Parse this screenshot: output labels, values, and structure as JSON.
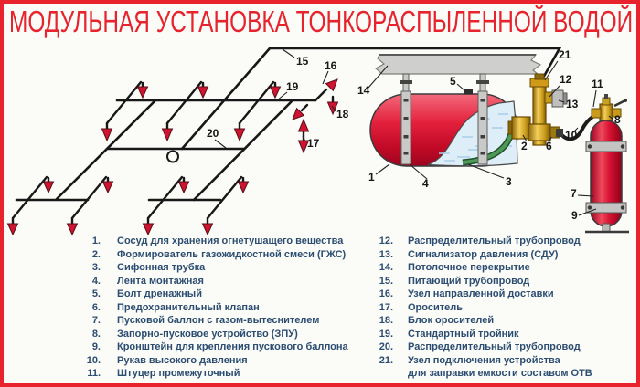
{
  "title": "МОДУЛЬНАЯ УСТАНОВКА ТОНКОРАСПЫЛЕННОЙ ВОДОЙ",
  "colors": {
    "frame_red": "#e8232e",
    "title_red": "#e7242e",
    "arrow_red": "#cf1330",
    "tank_red": "#d81232",
    "water_blue": "#ddeef8",
    "siphon_green": "#4d9a58",
    "brass_yellow": "#caa020",
    "ceiling_grey": "#cfcfcd",
    "legend_text": "#2c4d72",
    "pipe_black": "#181818"
  },
  "diagram": {
    "nums": [
      "1",
      "2",
      "3",
      "4",
      "5",
      "6",
      "7",
      "8",
      "9",
      "10",
      "11",
      "12",
      "13",
      "14",
      "15",
      "16",
      "17",
      "18",
      "19",
      "20",
      "21"
    ]
  },
  "legend": {
    "left": [
      {
        "num": "1.",
        "text": "Сосуд для хранения огнетушащего вещества"
      },
      {
        "num": "2.",
        "text": "Формирователь газожидкостной смеси (ГЖС)"
      },
      {
        "num": "3.",
        "text": "Сифонная трубка"
      },
      {
        "num": "4.",
        "text": "Лента монтажная"
      },
      {
        "num": "5.",
        "text": "Болт дренажный"
      },
      {
        "num": "6.",
        "text": "Предохранительный клапан"
      },
      {
        "num": "7.",
        "text": "Пусковой баллон с газом-вытеснителем"
      },
      {
        "num": "8.",
        "text": "Запорно-пусковое устройство (ЗПУ)"
      },
      {
        "num": "9.",
        "text": "Кронштейн для крепления пускового баллона"
      },
      {
        "num": "10.",
        "text": "Рукав высокого давления"
      },
      {
        "num": "11.",
        "text": "Штуцер промежуточный"
      }
    ],
    "right": [
      {
        "num": "12.",
        "text": "Распределительный трубопровод"
      },
      {
        "num": "13.",
        "text": "Сигнализатор давления (СДУ)"
      },
      {
        "num": "14.",
        "text": "Потолочное перекрытие"
      },
      {
        "num": "15.",
        "text": "Питающий трубопровод"
      },
      {
        "num": "16.",
        "text": "Узел направленной доставки"
      },
      {
        "num": "17.",
        "text": "Ороситель"
      },
      {
        "num": "18.",
        "text": "Блок оросителей"
      },
      {
        "num": "19.",
        "text": "Стандартный тройник"
      },
      {
        "num": "20.",
        "text": "Распределительный трубопровод"
      },
      {
        "num": "21.",
        "text": "Узел подключения устройства",
        "text2": "для заправки емкости составом ОТВ"
      }
    ]
  }
}
